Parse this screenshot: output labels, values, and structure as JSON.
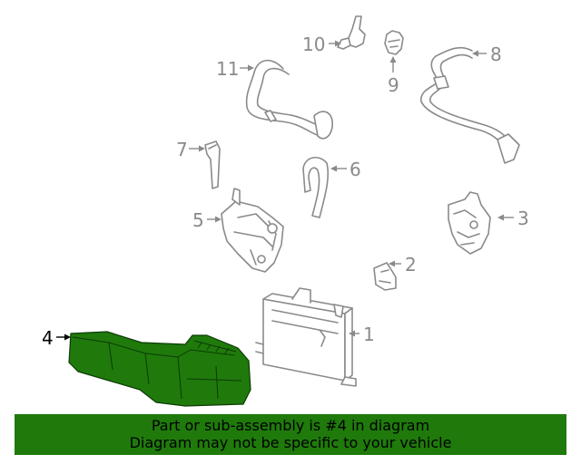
{
  "callouts": {
    "c1": "1",
    "c2": "2",
    "c3": "3",
    "c4": "4",
    "c5": "5",
    "c6": "6",
    "c7": "7",
    "c8": "8",
    "c9": "9",
    "c10": "10",
    "c11": "11"
  },
  "highlight_color": "#1f7a0b",
  "banner": {
    "line1": "Part or sub-assembly is #4 in diagram",
    "line2": "Diagram may not be specific to your vehicle"
  }
}
